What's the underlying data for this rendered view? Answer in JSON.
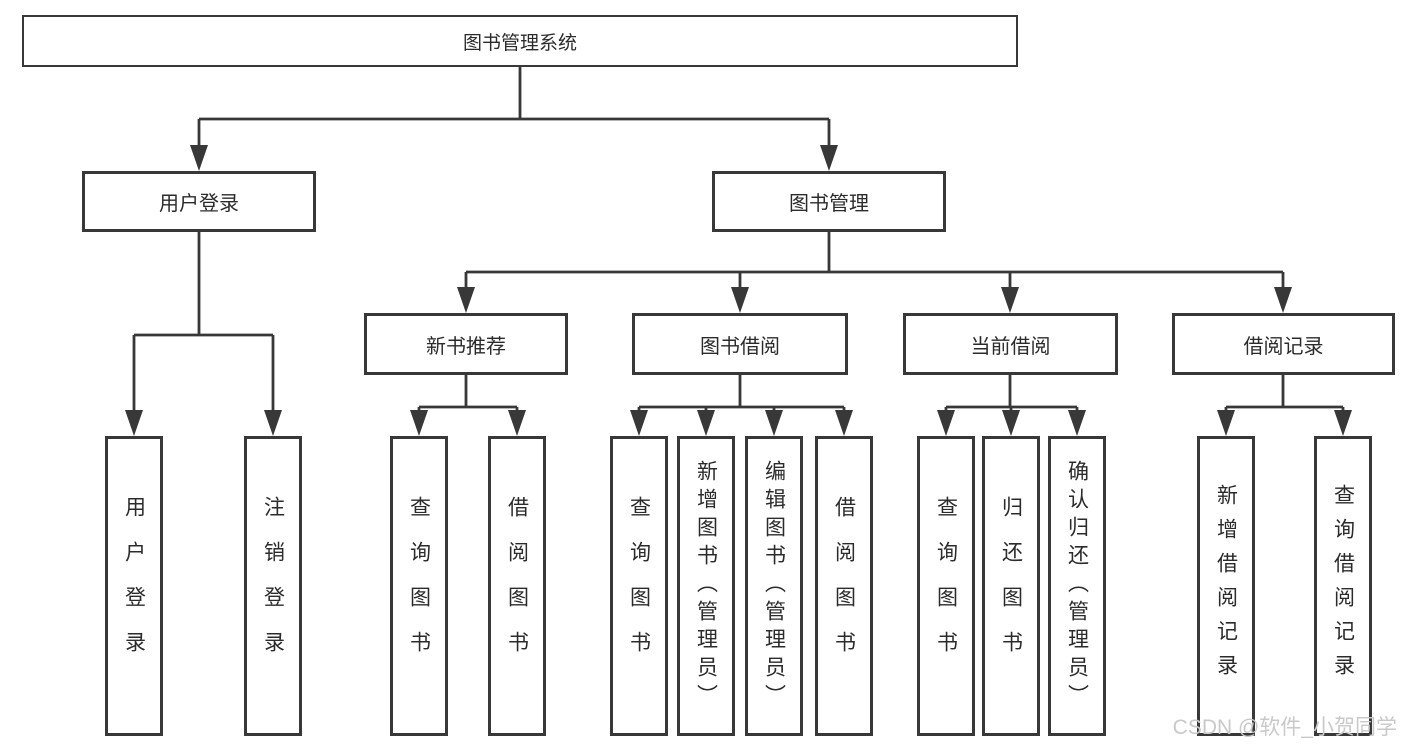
{
  "diagram_title": "图书管理系统",
  "watermark": "CSDN @软件_小贺同学",
  "colors": {
    "line": "#383838",
    "text": "#2b2b2b",
    "background": "#ffffff",
    "watermark": "#c9c9c9"
  },
  "tree": {
    "root": {
      "label": "图书管理系统",
      "children": [
        {
          "label": "用户登录",
          "children": [
            {
              "label": "用户登录"
            },
            {
              "label": "注销登录"
            }
          ]
        },
        {
          "label": "图书管理",
          "children": [
            {
              "label": "新书推荐",
              "children": [
                {
                  "label": "查询图书"
                },
                {
                  "label": "借阅图书"
                }
              ]
            },
            {
              "label": "图书借阅",
              "children": [
                {
                  "label": "查询图书"
                },
                {
                  "label": "新增图书（管理员）"
                },
                {
                  "label": "编辑图书（管理员）"
                },
                {
                  "label": "借阅图书"
                }
              ]
            },
            {
              "label": "当前借阅",
              "children": [
                {
                  "label": "查询图书"
                },
                {
                  "label": "归还图书"
                },
                {
                  "label": "确认归还（管理员）"
                }
              ]
            },
            {
              "label": "借阅记录",
              "children": [
                {
                  "label": "新增借阅记录"
                },
                {
                  "label": "查询借阅记录"
                }
              ]
            }
          ]
        }
      ]
    }
  }
}
